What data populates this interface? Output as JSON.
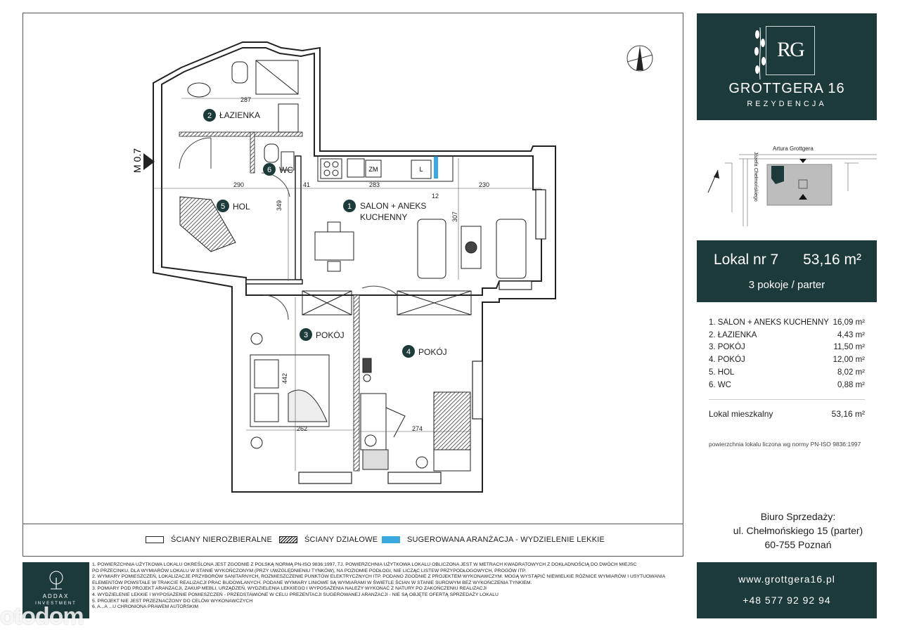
{
  "plan": {
    "rooms": [
      {
        "num": "1",
        "label": "SALON + ANEKS",
        "label2": "KUCHENNY"
      },
      {
        "num": "2",
        "label": "ŁAZIENKA"
      },
      {
        "num": "3",
        "label": "POKÓJ"
      },
      {
        "num": "4",
        "label": "POKÓJ"
      },
      {
        "num": "5",
        "label": "HOL"
      },
      {
        "num": "6",
        "label": "WC"
      }
    ],
    "dims": [
      "287",
      "290",
      "41",
      "283",
      "12",
      "230",
      "349",
      "307",
      "442",
      "262",
      "274"
    ],
    "appliances": {
      "washer": "ZM",
      "fridge": "L"
    },
    "entrance": "M 0.7"
  },
  "legend": {
    "structural": "ŚCIANY NIEROZBIERALNE",
    "partition": "ŚCIANY DZIAŁOWE",
    "light": "SUGEROWANA ARANŻACJA - WYDZIELENIE LEKKIE"
  },
  "brand": {
    "monogram": "RG",
    "title": "GROTTGERA 16",
    "subtitle": "REZYDENCJA"
  },
  "location": {
    "street_main": "Artura Grottgera",
    "street_side": "Józefa Chełmońskiego"
  },
  "unit": {
    "number": "Lokal nr 7",
    "area": "53,16 m²",
    "rooms": "3 pokoje",
    "separator": "/",
    "floor": "parter"
  },
  "room_table": [
    {
      "name": "1. SALON + ANEKS KUCHENNY",
      "area": "16,09 m²"
    },
    {
      "name": "2. ŁAZIENKA",
      "area": "4,43 m²"
    },
    {
      "name": "3. POKÓJ",
      "area": "11,50 m²"
    },
    {
      "name": "4. POKÓJ",
      "area": "12,00 m²"
    },
    {
      "name": "5. HOL",
      "area": "8,02 m²"
    },
    {
      "name": "6. WC",
      "area": "0,88 m²"
    }
  ],
  "summary": {
    "label": "Lokal mieszkalny",
    "area": "53,16 m²"
  },
  "norm_note": "powierzchnia lokalu liczona wg normy PN-ISO 9836:1997",
  "office": {
    "line1": "Biuro Sprzedaży:",
    "line2": "ul. Chełmońskiego 15 (parter)",
    "line3": "60-755 Poznań"
  },
  "contact": {
    "web": "www.grottgera16.pl",
    "phone": "+48 577 92 92 94"
  },
  "developer": {
    "name": "ADDAX",
    "sub": "INVESTMENT"
  },
  "notes": [
    "1.  POWIERZCHNIA UŻYTKOWA LOKALU OKREŚLONA JEST ZGODNIE Z POLSKĄ NORMĄ PN-ISO 9836:1997, TJ. POWIERZCHNIA UŻYTKOWA LOKALU OBLICZONA JEST W METRACH KWADRATOWYCH Z DOKŁADNOŚCIĄ DO DWÓCH MIEJSC",
    "     PO PRZECINKU, DLA WYMIARÓW LOKALU W STANIE WYKOŃCZONYM (PRZY UWZGLĘDNIENIU TYNKÓW), NA POZIOMIE PODŁOGI, NIE LICZĄC LISTEW PRZYPODŁOGOWYCH, PROGÓW ITP.",
    "2.  WYMIARY POMIESZCZEŃ, LOKALIZACJE PRZYBORÓW SANITARNYCH, ROZMIESZCZENIE PUNKTÓW ELEKTRYCZNYCH ITP. PODANO ZGODNIE Z PROJEKTEM WYKONAWCZYM. MOGĄ WYSTĄPIĆ NIEWIELKIE RÓŻNICE WYMIARÓW I USYTUOWANIA",
    "     ELEMENTÓW POWSTAŁE W TRAKCIE REALIZACJI PRAC BUDOWLANYCH. PODANE WYMIARY LINIOWE SĄ WYMIARAMI W ŚWIETLE ŚCIAN W STANIE SUROWYM BEZ WYKOŃCZENIA TYNKIEM.",
    "3.  POMIARY POD PROJEKT ARANŻACJI, ZAKUP MEBLI, URZĄDZEŃ, WYDZIELENIA LEKKIEGO I WYPOSAŻENIA NALEŻY WYKONAĆ Z NATURY PO ZAKOŃCZENIU REALIZACJI",
    "4.  WYDZIELENIE LEKKIE I WYPOSAŻENIE POMIESZCZEŃ - PRZEDSTAWIONE W CELU PREZENTACJI SUGEROWANEJ ARANŻACJI - NIE SĄ OBJĘTE OFERTĄ SPRZEDAŻY LOKALU",
    "5.  PROJEKT NIE JEST PRZEZNACZONY DO CELÓW WYKONAWCZYCH",
    "6.  A...A    ...U CHRONIONA PRAWEM AUTORSKIM"
  ],
  "watermark": "otodom"
}
